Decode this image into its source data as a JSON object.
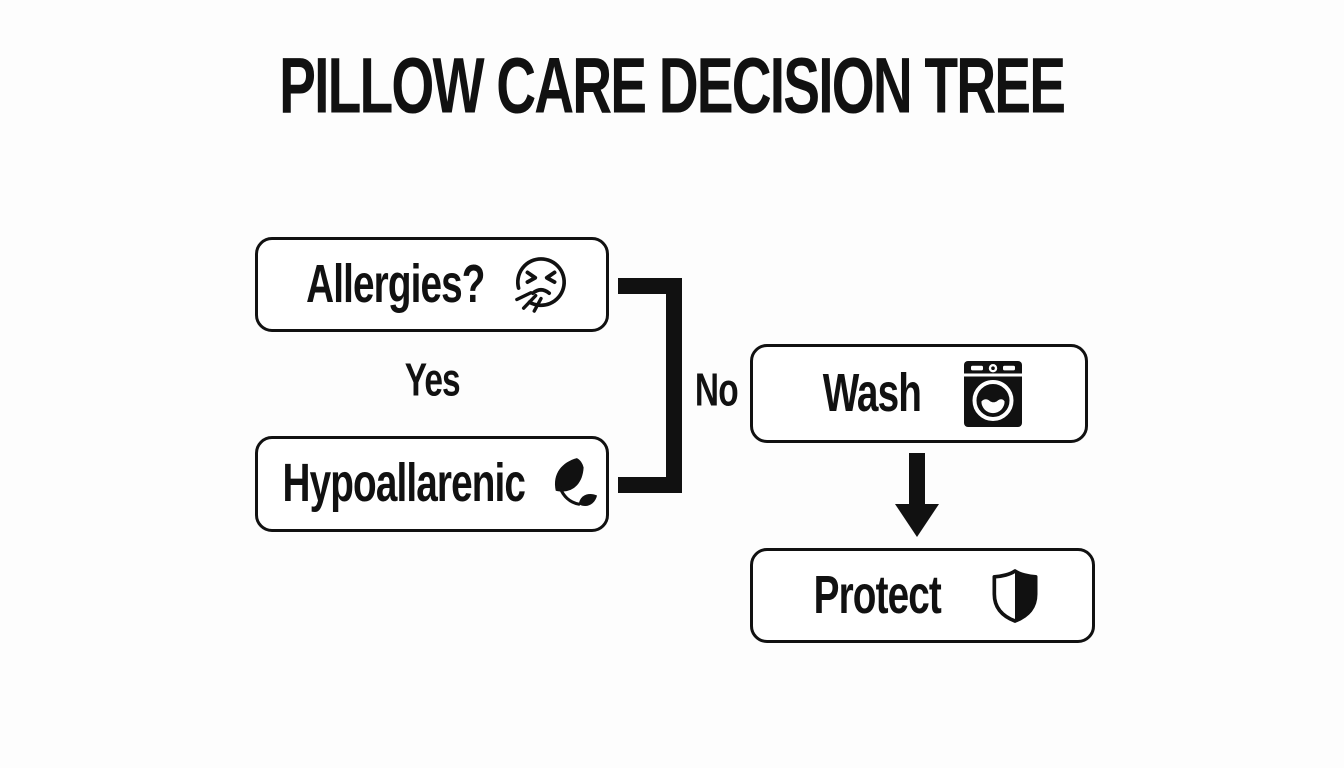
{
  "title": "PILLOW CARE DECISION TREE",
  "diagram": {
    "nodes": {
      "allergies": {
        "label": "Allergies?",
        "icon": "sneezing-face-icon"
      },
      "hypoallergenic": {
        "label": "Hypoallarenic",
        "icon": "leaf-icon"
      },
      "wash": {
        "label": "Wash",
        "icon": "washing-machine-icon"
      },
      "protect": {
        "label": "Protect",
        "icon": "shield-icon"
      }
    },
    "edges": {
      "yes_label": "Yes",
      "no_label": "No"
    }
  },
  "colors": {
    "ink": "#111111",
    "node_fill": "#ffffff",
    "background": "#fdfdfd"
  }
}
